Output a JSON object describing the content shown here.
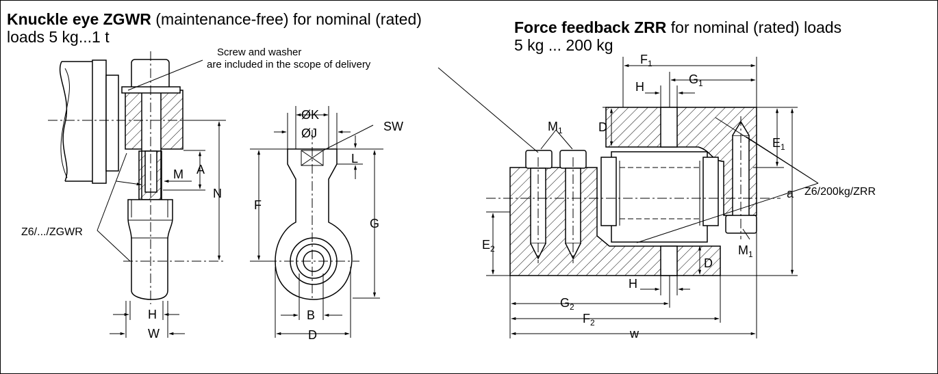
{
  "left_title": {
    "bold": "Knuckle eye ZGWR",
    "rest": " (maintenance-free) for nominal (rated)",
    "line2": "loads 5 kg...1 t"
  },
  "right_title": {
    "bold": "Force feedback ZRR",
    "rest": " for nominal (rated) loads",
    "line2": "5 kg ... 200 kg"
  },
  "callouts": {
    "screw_line1": "Screw and washer",
    "screw_line2": "are included in the scope of delivery",
    "part_knuckle": "Z6/.../ZGWR",
    "part_zrr": "Z6/200kg/ZRR"
  },
  "dims": {
    "A": "A",
    "M": "M",
    "N": "N",
    "H": "H",
    "W": "W",
    "K": "ØK",
    "J": "ØJ",
    "SW": "SW",
    "L": "L",
    "F": "F",
    "G": "G",
    "B": "B",
    "D": "D",
    "F1": "F",
    "F1_sub": "1",
    "G1": "G",
    "G1_sub": "1",
    "E1": "E",
    "E1_sub": "1",
    "E2": "E",
    "E2_sub": "2",
    "M1": "M",
    "M1_sub": "1",
    "G2": "G",
    "G2_sub": "2",
    "F2": "F",
    "F2_sub": "2",
    "a": "a",
    "w": "w"
  }
}
